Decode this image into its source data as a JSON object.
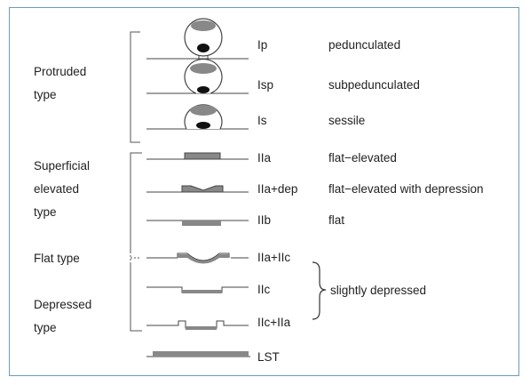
{
  "categories": {
    "protruded": [
      "Protruded",
      "type"
    ],
    "superficial": [
      "Superficial",
      "elevated",
      "type"
    ],
    "flat": [
      "Flat  type"
    ],
    "depressed": [
      "Depressed",
      "type"
    ]
  },
  "rows": [
    {
      "code": "Ip",
      "desc": "pedunculated"
    },
    {
      "code": "Isp",
      "desc": "subpedunculated"
    },
    {
      "code": "Is",
      "desc": "sessile"
    },
    {
      "code": "IIa",
      "desc": "flat−elevated"
    },
    {
      "code": "IIa+dep",
      "desc": "flat−elevated with depression"
    },
    {
      "code": "IIb",
      "desc": "flat"
    },
    {
      "code": "IIa+IIc",
      "desc": ""
    },
    {
      "code": "IIc",
      "desc": ""
    },
    {
      "code": "IIc+IIa",
      "desc": ""
    },
    {
      "code": "LST",
      "desc": ""
    }
  ],
  "group_label": "slightly depressed",
  "colors": {
    "border": "#6d9bb8",
    "lesion": "#888888",
    "line": "#444444"
  }
}
